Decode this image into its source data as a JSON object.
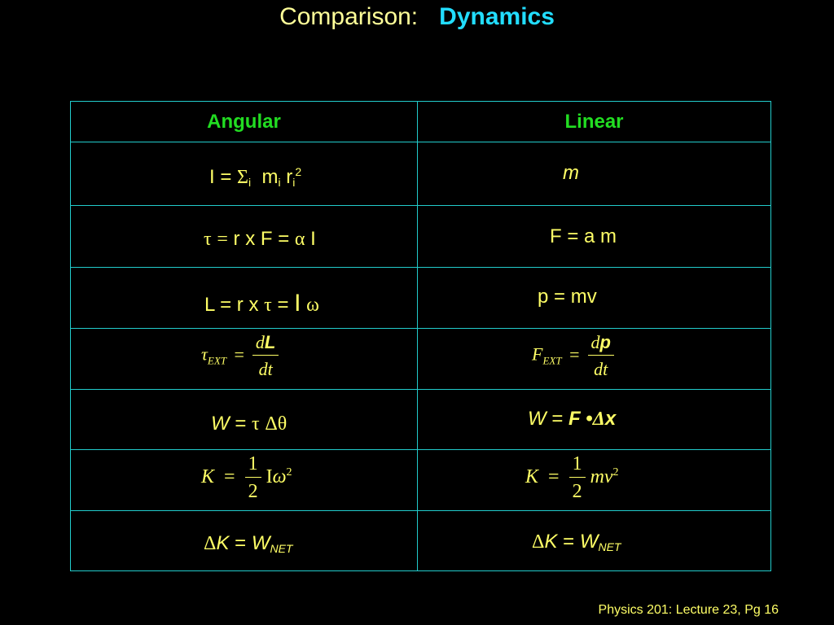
{
  "title": {
    "prefix": "Comparison:",
    "accent": "Dynamics"
  },
  "table": {
    "headers": {
      "angular": "Angular",
      "linear": "Linear"
    },
    "rows": [
      {
        "angular": "I = Σi  mi ri2",
        "linear": "m"
      },
      {
        "angular": "τ = r x F = α I",
        "linear": "F = a m"
      },
      {
        "angular": "L = r x τ = I ω",
        "linear": "p = mv"
      },
      {
        "angular": "τEXT = dL / dt",
        "linear": "FEXT = dp / dt"
      },
      {
        "angular": "W = τ Δθ",
        "linear": "W = F •Δx"
      },
      {
        "angular": "K = 1/2 Iω2",
        "linear": "K = 1/2 mv2"
      },
      {
        "angular": "ΔK = WNET",
        "linear": "ΔK = WNET"
      }
    ]
  },
  "footer": "Physics 201: Lecture 23, Pg 16",
  "colors": {
    "background": "#000000",
    "title": "#ffff99",
    "accent": "#22ddff",
    "header": "#22dd22",
    "text": "#ffff66",
    "grid": "#22cccc"
  }
}
